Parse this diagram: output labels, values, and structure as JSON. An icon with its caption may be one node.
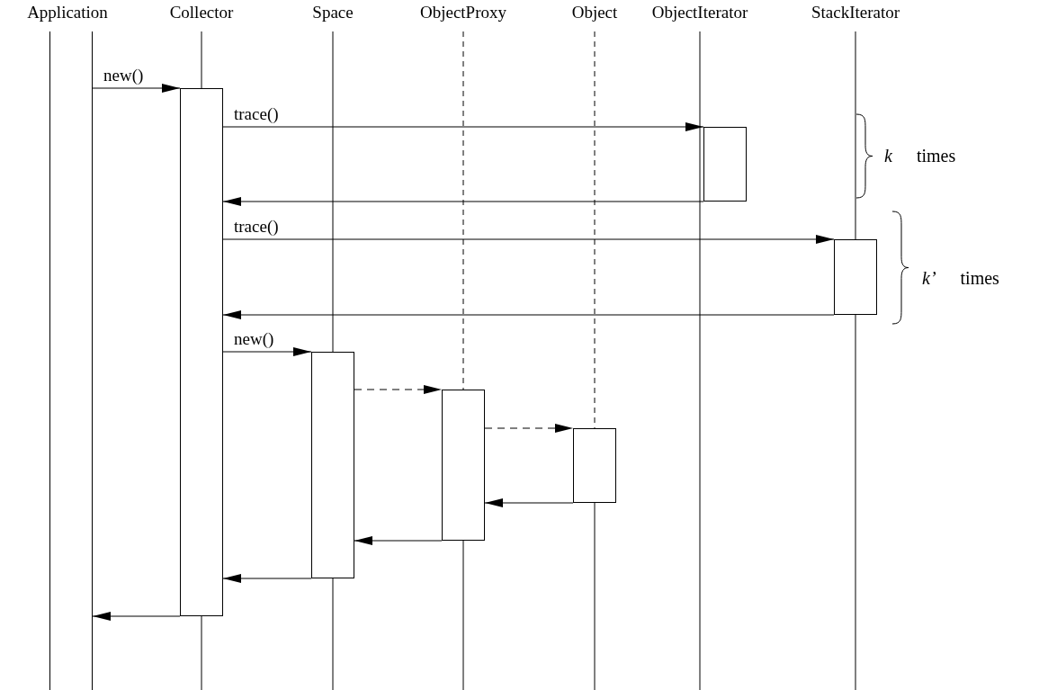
{
  "diagram": {
    "nodes": [
      {
        "text": [
          "Application"
        ]
      },
      {
        "text": [
          "Collector"
        ]
      },
      {
        "text": [
          "Space"
        ]
      },
      {
        "text": [
          "ObjectProxy"
        ]
      },
      {
        "text": [
          "Object"
        ]
      },
      {
        "text": [
          "ObjectIterator"
        ]
      },
      {
        "text": [
          "StackIterator"
        ]
      },
      {
        "text": [],
        "shape": "bar"
      },
      {
        "text": [],
        "shape": "box"
      },
      {
        "text": [],
        "shape": "box"
      },
      {
        "text": [],
        "shape": "box"
      },
      {
        "text": [],
        "shape": "box"
      },
      {
        "text": [],
        "shape": "box"
      },
      {
        "text": [],
        "shape": "box"
      }
    ],
    "edges": [
      {
        "from": 7,
        "to": 8,
        "arrow": "to",
        "label": "new()"
      },
      {
        "from": 8,
        "to": 9,
        "arrow": "to",
        "label": "trace()"
      },
      {
        "from": 9,
        "to": 8,
        "arrow": "to"
      },
      {
        "from": 8,
        "to": 10,
        "arrow": "to",
        "label": "trace()"
      },
      {
        "from": 10,
        "to": 8,
        "arrow": "to"
      },
      {
        "from": 8,
        "to": 11,
        "arrow": "to",
        "label": "new()"
      },
      {
        "from": 11,
        "to": 12,
        "arrow": "to",
        "style": "dashed"
      },
      {
        "from": 12,
        "to": 13,
        "arrow": "to",
        "style": "dashed"
      },
      {
        "from": 13,
        "to": 12,
        "arrow": "to"
      },
      {
        "from": 12,
        "to": 11,
        "arrow": "to"
      },
      {
        "from": 11,
        "to": 8,
        "arrow": "to"
      },
      {
        "from": 8,
        "to": 7,
        "arrow": "to"
      }
    ],
    "labels": [
      "*k* times",
      "*k’* times"
    ]
  }
}
